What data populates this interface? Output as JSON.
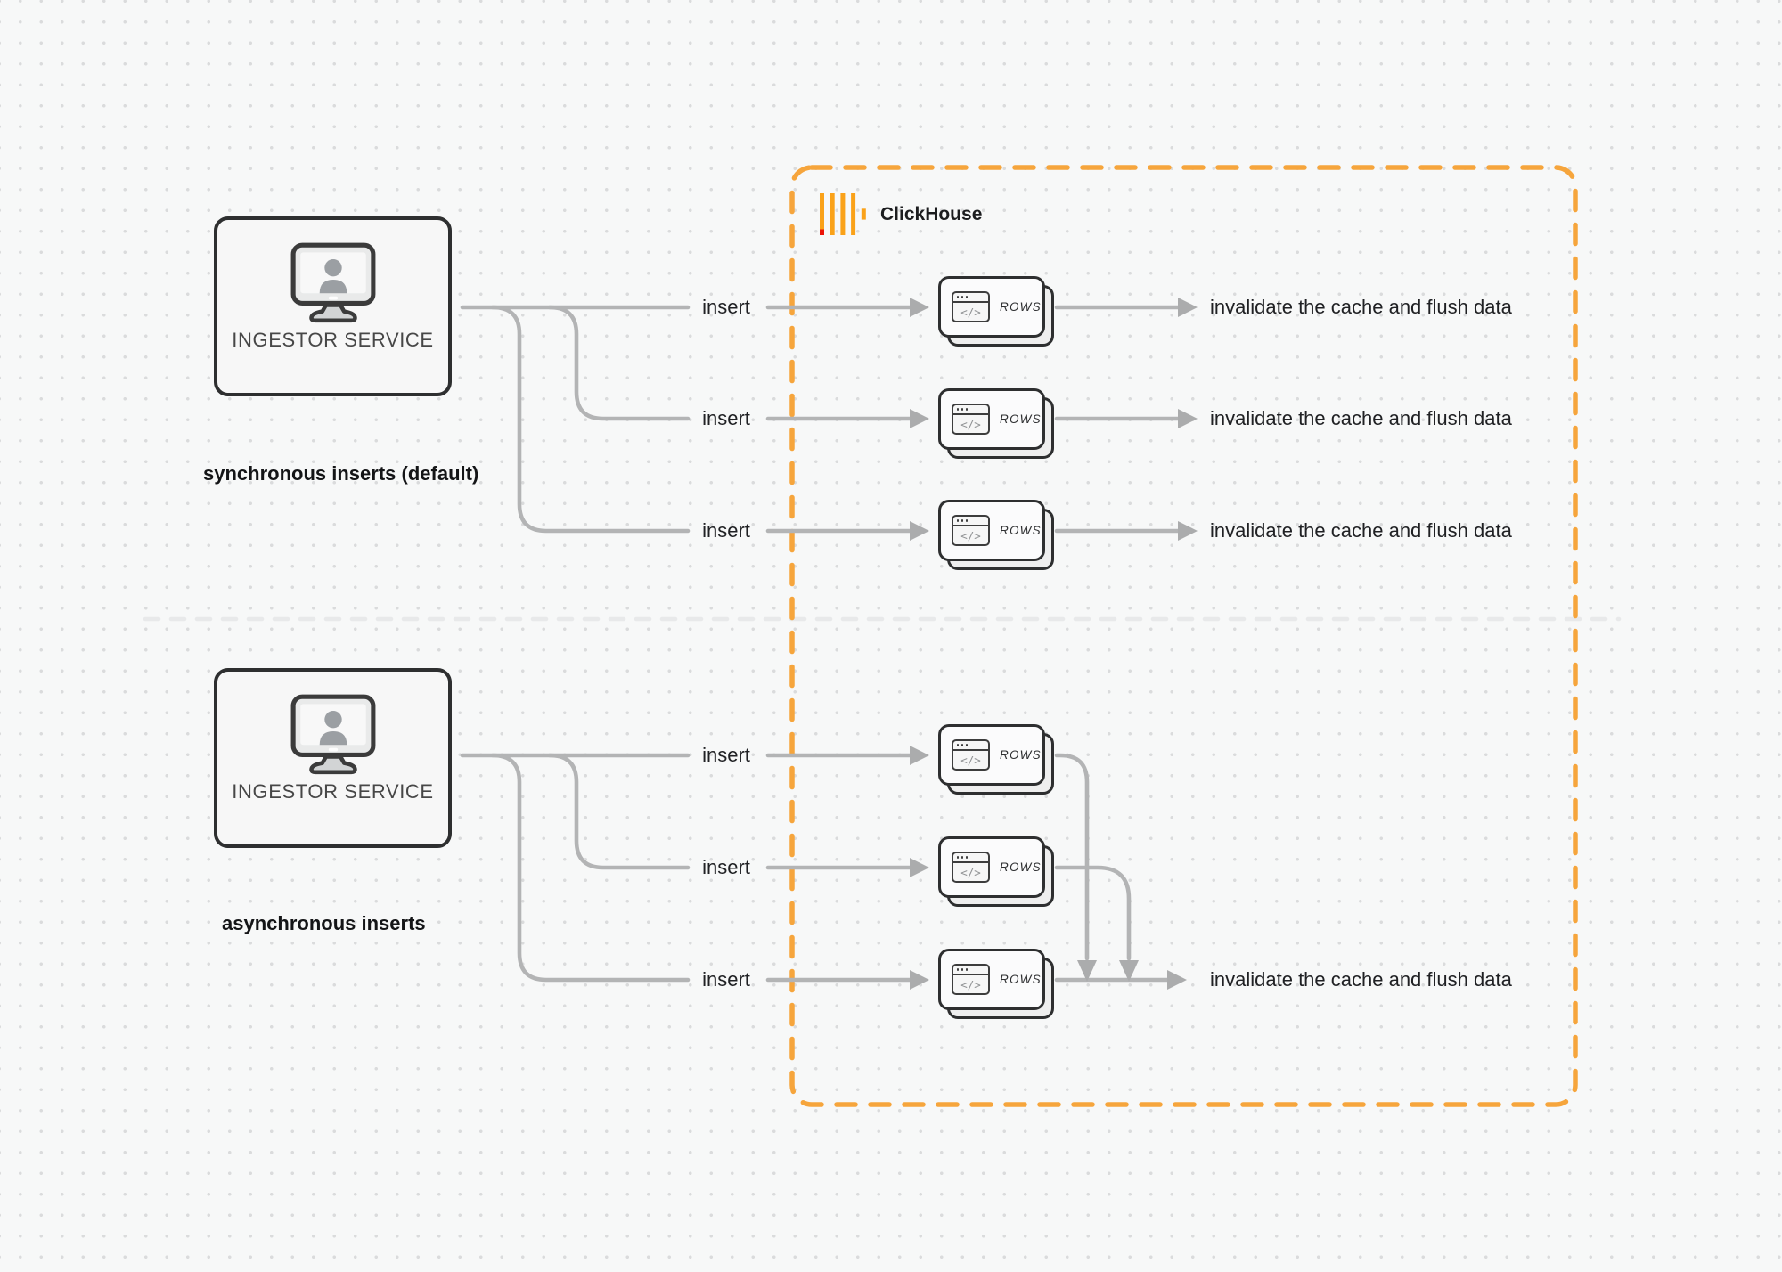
{
  "clickhouse_panel": {
    "brand": "ClickHouse"
  },
  "sync_section": {
    "service_label": "INGESTOR SERVICE",
    "caption": "synchronous inserts (default)",
    "rows": [
      {
        "arrow_label": "insert",
        "node_label": "ROWS",
        "node_icon": "</>",
        "result_label": "invalidate the cache and flush data"
      },
      {
        "arrow_label": "insert",
        "node_label": "ROWS",
        "node_icon": "</>",
        "result_label": "invalidate the cache and flush data"
      },
      {
        "arrow_label": "insert",
        "node_label": "ROWS",
        "node_icon": "</>",
        "result_label": "invalidate the cache and flush data"
      }
    ]
  },
  "async_section": {
    "service_label": "INGESTOR SERVICE",
    "caption": "asynchronous inserts",
    "rows": [
      {
        "arrow_label": "insert",
        "node_label": "ROWS",
        "node_icon": "</>"
      },
      {
        "arrow_label": "insert",
        "node_label": "ROWS",
        "node_icon": "</>"
      },
      {
        "arrow_label": "insert",
        "node_label": "ROWS",
        "node_icon": "</>",
        "result_label": "invalidate the cache and flush data"
      }
    ]
  },
  "icons": {
    "service": "monitor-user-icon",
    "node": "code-window-icon",
    "brand": "clickhouse-logo"
  },
  "colors": {
    "accent_orange": "#F6A53C",
    "connector_gray": "#B3B4B5",
    "logo_yellow": "#FAA219",
    "logo_red": "#EC1408",
    "divider_gray": "#E8E9EA"
  }
}
